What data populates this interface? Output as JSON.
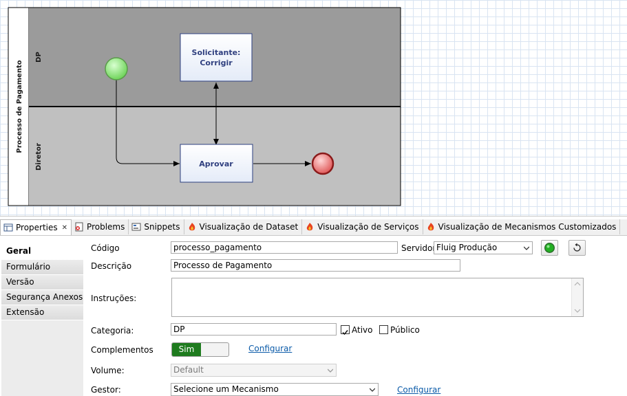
{
  "diagram": {
    "pool_label": "Processo de Pagamento",
    "lanes": [
      {
        "label": "DP",
        "color": "#9b9b9b"
      },
      {
        "label": "Diretor",
        "color": "#c0c0c0"
      }
    ],
    "tasks": [
      {
        "id": "task-corrigir",
        "line1": "Solicitante:",
        "line2": "Corrigir"
      },
      {
        "id": "task-aprovar",
        "line1": "Aprovar",
        "line2": ""
      }
    ],
    "start_color": "#7ddc6a",
    "end_color": "#e86a6a"
  },
  "tabs": [
    {
      "label": "Properties",
      "icon": "properties-icon",
      "active": true,
      "closable": true
    },
    {
      "label": "Problems",
      "icon": "problems-icon"
    },
    {
      "label": "Snippets",
      "icon": "snippets-icon"
    },
    {
      "label": "Visualização de Dataset",
      "icon": "fluig-icon"
    },
    {
      "label": "Visualização de Serviços",
      "icon": "fluig-icon"
    },
    {
      "label": "Visualização de Mecanismos Customizados",
      "icon": "fluig-icon"
    }
  ],
  "side_nav": [
    "Geral",
    "Formulário",
    "Versão",
    "Segurança Anexos",
    "Extensão"
  ],
  "form": {
    "codigo_label": "Código",
    "codigo_value": "processo_pagamento",
    "servidor_label": "Servidor",
    "servidor_value": "Fluig Produção",
    "descricao_label": "Descrição",
    "descricao_value": "Processo de Pagamento",
    "instrucoes_label": "Instruções:",
    "categoria_label": "Categoria:",
    "categoria_value": "DP",
    "ativo_label": "Ativo",
    "ativo_checked": true,
    "publico_label": "Público",
    "publico_checked": false,
    "complementos_label": "Complementos",
    "complementos_toggle": "Sim",
    "configurar_label": "Configurar",
    "volume_label": "Volume:",
    "volume_value": "Default",
    "gestor_label": "Gestor:",
    "gestor_value": "Selecione um Mecanismo",
    "gestor_configurar_label": "Configurar"
  },
  "colors": {
    "status_green": "#22b022",
    "toggle_green": "#1e7b1e",
    "link": "#0a5aa8"
  }
}
